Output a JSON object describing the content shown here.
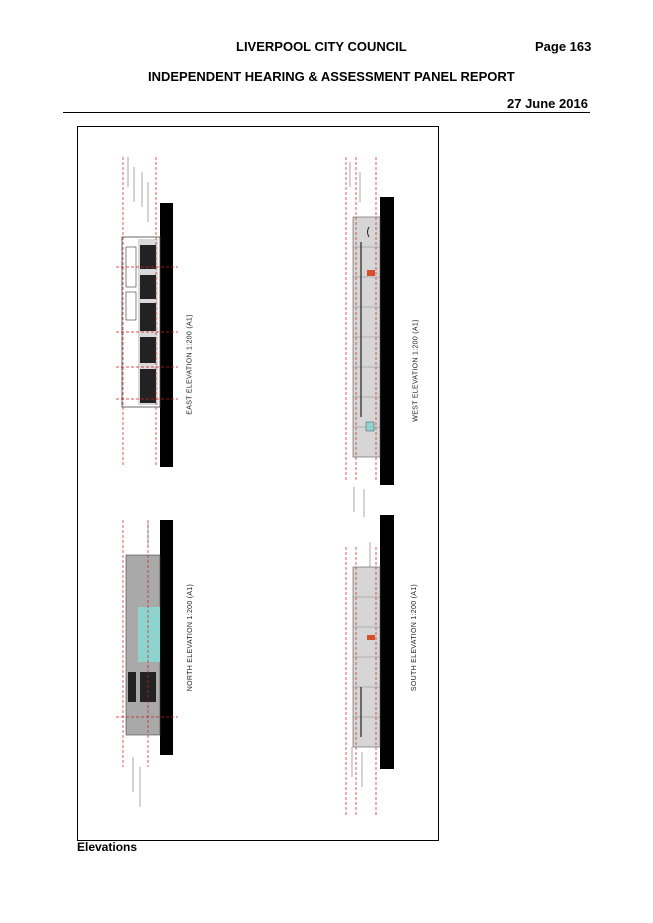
{
  "header": {
    "council": "LIVERPOOL CITY COUNCIL",
    "page": "Page 163",
    "report_title": "INDEPENDENT HEARING & ASSESSMENT PANEL REPORT",
    "date": "27 June 2016"
  },
  "drawing": {
    "east_label": "EAST ELEVATION  1:200 (A1)",
    "west_label": "WEST ELEVATION  1:200 (A1)",
    "north_label": "NORTH ELEVATION  1:200 (A1)",
    "south_label": "SOUTH ELEVATION  1:200 (A1)"
  },
  "caption": "Elevations",
  "colors": {
    "datum_red": "#cc1f1f",
    "ground_black": "#000000",
    "glazing": "#8fd3cf",
    "cladding_grey": "#bfbfbf"
  }
}
